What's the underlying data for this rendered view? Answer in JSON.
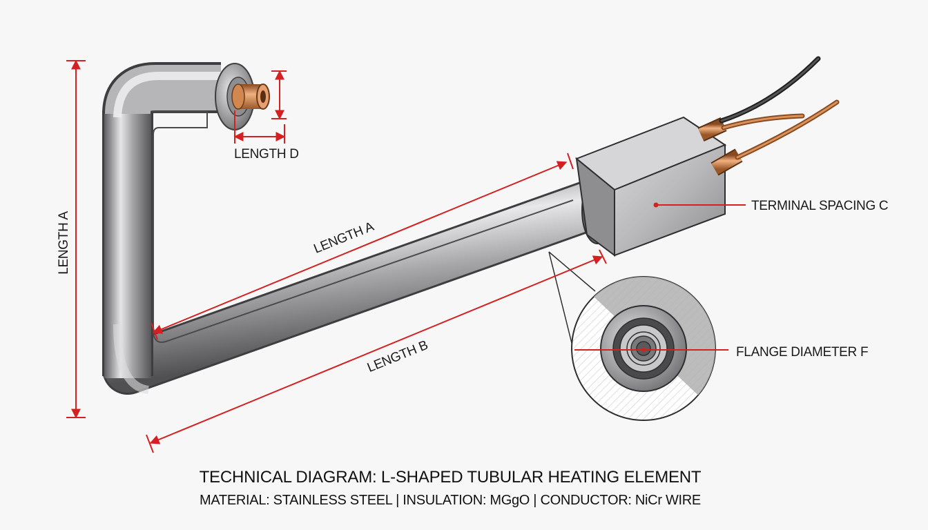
{
  "labels": {
    "length_d": "LENGTH D",
    "length_a_vertical": "LENGTH A",
    "length_a_diagonal": "LENGTH A",
    "length_b": "LENGTH B",
    "terminal_spacing": "TERMINAL SPACING C",
    "flange_diameter": "FLANGE DIAMETER F"
  },
  "caption": {
    "title": "TECHNICAL DIAGRAM: L-SHAPED TUBULAR HEATING ELEMENT",
    "specs": "MATERIAL: STAINLESS STEEL | INSULATION: MGgO | CONDUCTOR: NiCr WIRE"
  },
  "colors": {
    "dimension_line": "#d42020",
    "tube_steel": "#9a9a9c",
    "copper": "#c9783e",
    "wire_black": "#333333",
    "background": "#f7f7f7"
  }
}
